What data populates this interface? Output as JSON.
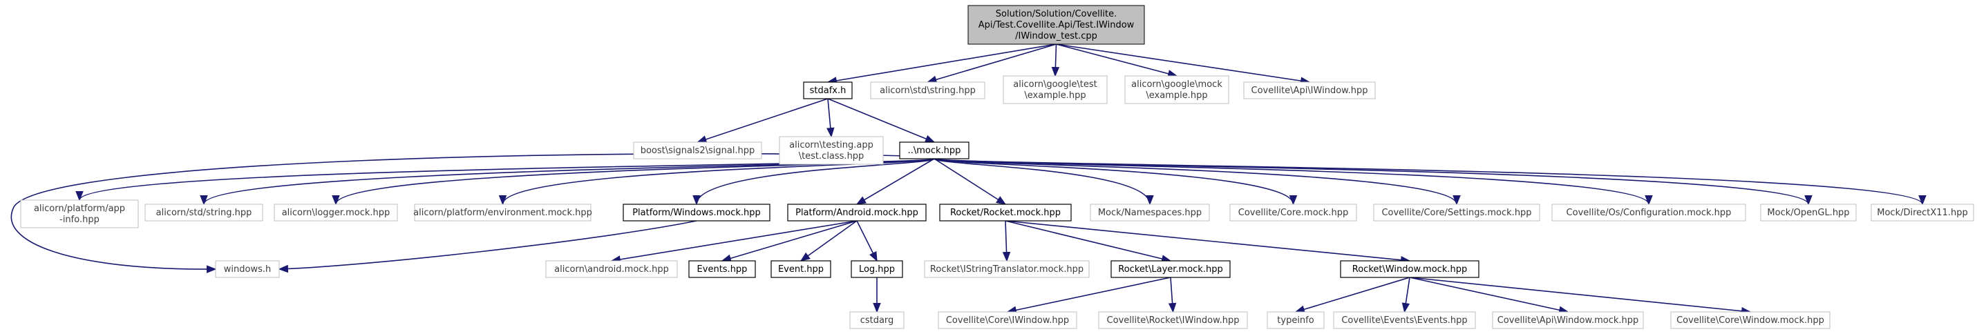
{
  "colors": {
    "edge": "#191970",
    "root_fill": "#bfbfbf",
    "root_border": "#000000",
    "linked_border": "#000000",
    "plain_border": "#bfbfbf",
    "text": "#000000"
  },
  "nodes": {
    "root": {
      "lines": [
        "Solution/Solution/Covellite.",
        "Api/Test.Covellite.Api/Test.IWindow",
        "/IWindow_test.cpp"
      ],
      "style": "root"
    },
    "stdafx": {
      "lines": [
        "stdafx.h"
      ],
      "style": "linked"
    },
    "alicorn_std_string_bs": {
      "lines": [
        "alicorn\\std\\string.hpp"
      ],
      "style": "plain"
    },
    "google_test_example": {
      "lines": [
        "alicorn\\google\\test",
        "\\example.hpp"
      ],
      "style": "plain"
    },
    "google_mock_example": {
      "lines": [
        "alicorn\\google\\mock",
        "\\example.hpp"
      ],
      "style": "plain"
    },
    "covellite_api_iwindow": {
      "lines": [
        "Covellite\\Api\\IWindow.hpp"
      ],
      "style": "plain"
    },
    "boost_signal": {
      "lines": [
        "boost\\signals2\\signal.hpp"
      ],
      "style": "plain"
    },
    "testing_app": {
      "lines": [
        "alicorn\\testing.app",
        "\\test.class.hpp"
      ],
      "style": "plain"
    },
    "mock_hpp": {
      "lines": [
        "..\\mock.hpp"
      ],
      "style": "linked"
    },
    "platform_app_info": {
      "lines": [
        "alicorn/platform/app",
        "-info.hpp"
      ],
      "style": "plain"
    },
    "alicorn_std_string": {
      "lines": [
        "alicorn/std/string.hpp"
      ],
      "style": "plain"
    },
    "logger_mock": {
      "lines": [
        "alicorn\\logger.mock.hpp"
      ],
      "style": "plain"
    },
    "platform_env_mock": {
      "lines": [
        "alicorn/platform/environment.mock.hpp"
      ],
      "style": "plain"
    },
    "platform_windows_mock": {
      "lines": [
        "Platform/Windows.mock.hpp"
      ],
      "style": "linked"
    },
    "platform_android_mock": {
      "lines": [
        "Platform/Android.mock.hpp"
      ],
      "style": "linked"
    },
    "rocket_mock": {
      "lines": [
        "Rocket/Rocket.mock.hpp"
      ],
      "style": "linked"
    },
    "mock_namespaces": {
      "lines": [
        "Mock/Namespaces.hpp"
      ],
      "style": "plain"
    },
    "covellite_core_mock": {
      "lines": [
        "Covellite/Core.mock.hpp"
      ],
      "style": "plain"
    },
    "core_settings_mock": {
      "lines": [
        "Covellite/Core/Settings.mock.hpp"
      ],
      "style": "plain"
    },
    "os_configuration_mock": {
      "lines": [
        "Covellite/Os/Configuration.mock.hpp"
      ],
      "style": "plain"
    },
    "mock_opengl": {
      "lines": [
        "Mock/OpenGL.hpp"
      ],
      "style": "plain"
    },
    "mock_directx11": {
      "lines": [
        "Mock/DirectX11.hpp"
      ],
      "style": "plain"
    },
    "windows_h": {
      "lines": [
        "windows.h"
      ],
      "style": "plain"
    },
    "android_mock": {
      "lines": [
        "alicorn\\android.mock.hpp"
      ],
      "style": "plain"
    },
    "events_hpp": {
      "lines": [
        "Events.hpp"
      ],
      "style": "linked"
    },
    "event_hpp": {
      "lines": [
        "Event.hpp"
      ],
      "style": "linked"
    },
    "log_hpp": {
      "lines": [
        "Log.hpp"
      ],
      "style": "linked"
    },
    "cstdarg": {
      "lines": [
        "cstdarg"
      ],
      "style": "plain"
    },
    "rocket_istring": {
      "lines": [
        "Rocket\\IStringTranslator.mock.hpp"
      ],
      "style": "plain"
    },
    "rocket_layer_mock": {
      "lines": [
        "Rocket\\Layer.mock.hpp"
      ],
      "style": "linked"
    },
    "rocket_window_mock": {
      "lines": [
        "Rocket\\Window.mock.hpp"
      ],
      "style": "linked"
    },
    "core_iwindow": {
      "lines": [
        "Covellite\\Core\\IWindow.hpp"
      ],
      "style": "plain"
    },
    "rocket_iwindow": {
      "lines": [
        "Covellite\\Rocket\\IWindow.hpp"
      ],
      "style": "plain"
    },
    "typeinfo": {
      "lines": [
        "typeinfo"
      ],
      "style": "plain"
    },
    "events_events": {
      "lines": [
        "Covellite\\Events\\Events.hpp"
      ],
      "style": "plain"
    },
    "api_window_mock": {
      "lines": [
        "Covellite\\Api\\Window.mock.hpp"
      ],
      "style": "plain"
    },
    "core_window_mock": {
      "lines": [
        "Covellite\\Core\\Window.mock.hpp"
      ],
      "style": "plain"
    }
  },
  "edges": [
    [
      "root",
      "stdafx"
    ],
    [
      "root",
      "alicorn_std_string_bs"
    ],
    [
      "root",
      "google_test_example"
    ],
    [
      "root",
      "google_mock_example"
    ],
    [
      "root",
      "covellite_api_iwindow"
    ],
    [
      "stdafx",
      "boost_signal"
    ],
    [
      "stdafx",
      "testing_app"
    ],
    [
      "stdafx",
      "mock_hpp"
    ],
    [
      "mock_hpp",
      "platform_app_info"
    ],
    [
      "mock_hpp",
      "alicorn_std_string"
    ],
    [
      "mock_hpp",
      "logger_mock"
    ],
    [
      "mock_hpp",
      "platform_env_mock"
    ],
    [
      "mock_hpp",
      "platform_windows_mock"
    ],
    [
      "mock_hpp",
      "platform_android_mock"
    ],
    [
      "mock_hpp",
      "rocket_mock"
    ],
    [
      "mock_hpp",
      "mock_namespaces"
    ],
    [
      "mock_hpp",
      "covellite_core_mock"
    ],
    [
      "mock_hpp",
      "core_settings_mock"
    ],
    [
      "mock_hpp",
      "os_configuration_mock"
    ],
    [
      "mock_hpp",
      "mock_opengl"
    ],
    [
      "mock_hpp",
      "mock_directx11"
    ],
    [
      "mock_hpp",
      "windows_h"
    ],
    [
      "platform_windows_mock",
      "windows_h"
    ],
    [
      "platform_android_mock",
      "android_mock"
    ],
    [
      "platform_android_mock",
      "events_hpp"
    ],
    [
      "platform_android_mock",
      "event_hpp"
    ],
    [
      "platform_android_mock",
      "log_hpp"
    ],
    [
      "log_hpp",
      "cstdarg"
    ],
    [
      "rocket_mock",
      "rocket_istring"
    ],
    [
      "rocket_mock",
      "rocket_layer_mock"
    ],
    [
      "rocket_mock",
      "rocket_window_mock"
    ],
    [
      "rocket_layer_mock",
      "core_iwindow"
    ],
    [
      "rocket_layer_mock",
      "rocket_iwindow"
    ],
    [
      "rocket_window_mock",
      "typeinfo"
    ],
    [
      "rocket_window_mock",
      "events_events"
    ],
    [
      "rocket_window_mock",
      "api_window_mock"
    ],
    [
      "rocket_window_mock",
      "core_window_mock"
    ]
  ]
}
